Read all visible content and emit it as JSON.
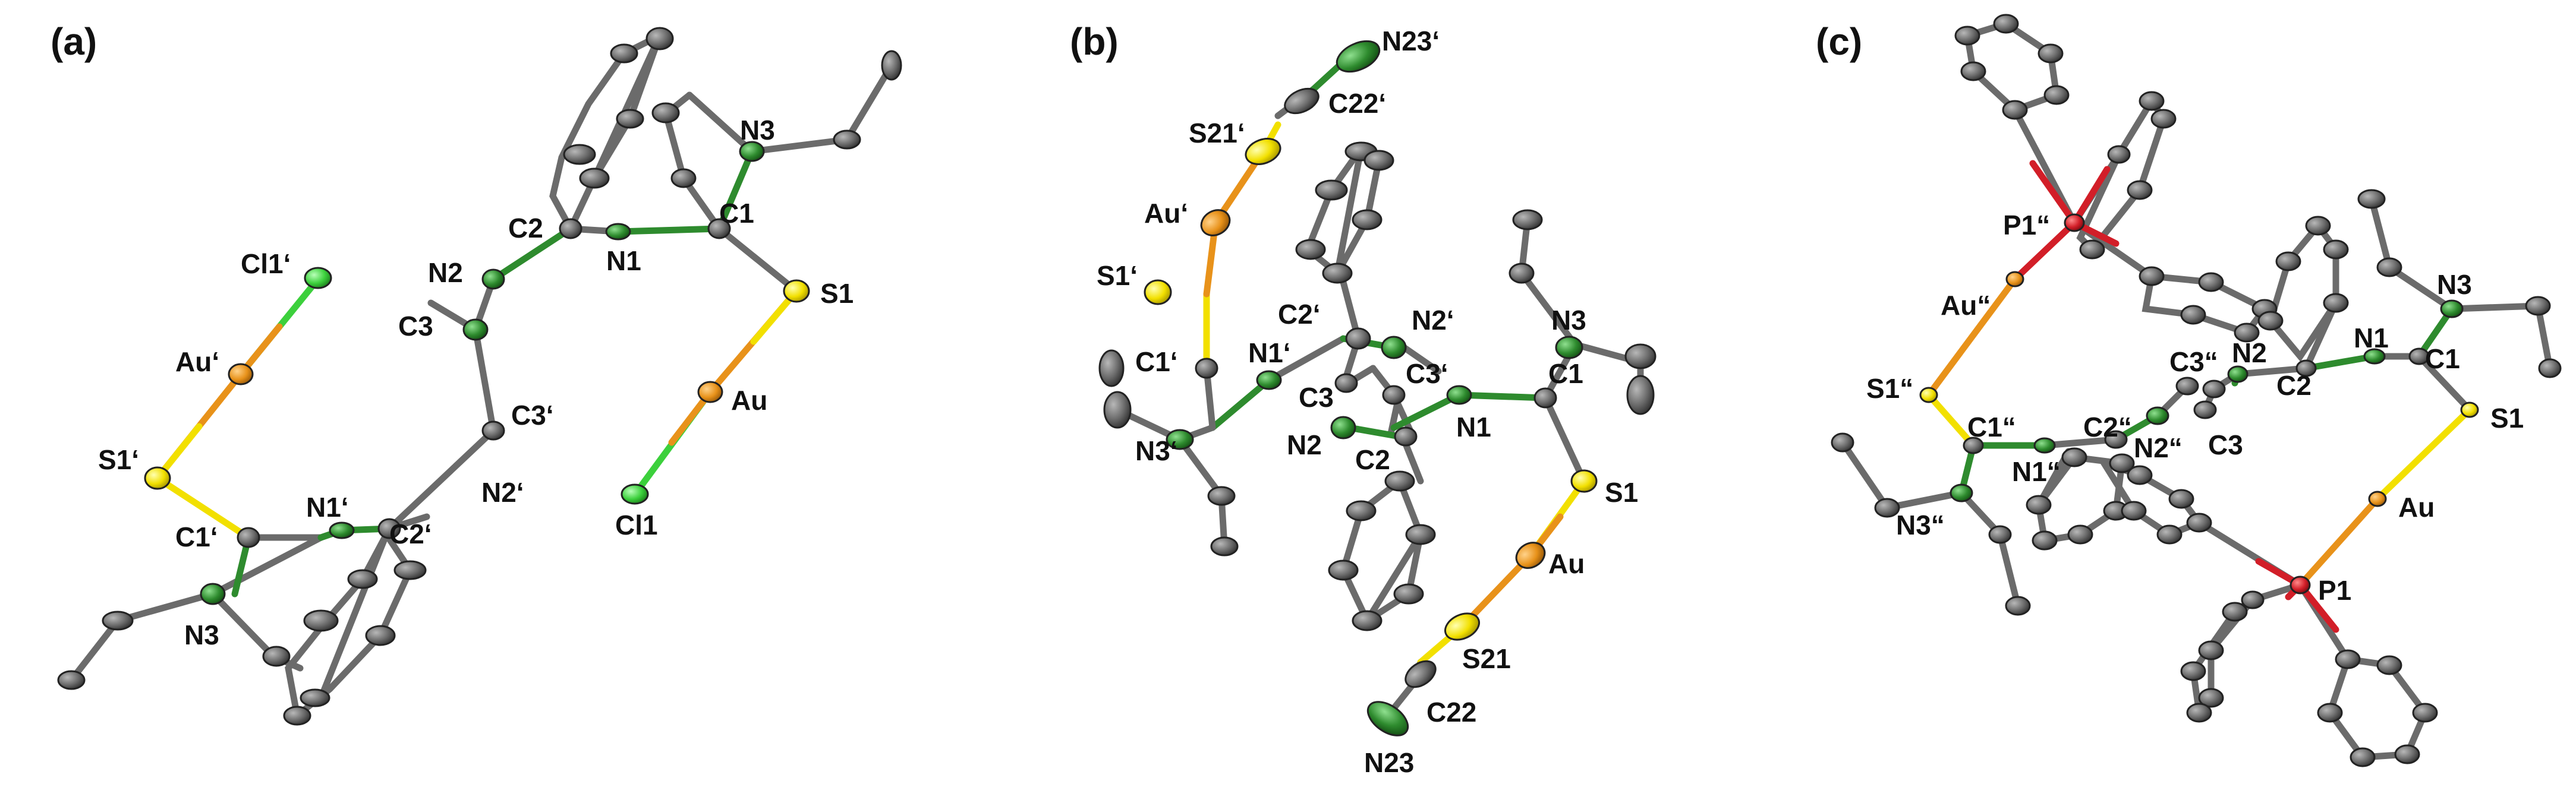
{
  "panels": [
    {
      "label": "(a)",
      "atoms": {
        "cl1p": "Cl1‘",
        "aup": "Au‘",
        "s1p": "S1‘",
        "c1p": "C1‘",
        "n1p": "N1‘",
        "c2p": "C2‘",
        "n3a2": "N3",
        "n2p": "N2‘",
        "c3p": "C3‘",
        "c3": "C3",
        "n2": "N2",
        "c2": "C2",
        "n1": "N1",
        "c1": "C1",
        "n3": "N3",
        "s1": "S1",
        "au": "Au",
        "cl1": "Cl1"
      }
    },
    {
      "label": "(b)",
      "atoms": {
        "n23p": "N23‘",
        "c22p": "C22‘",
        "s21p": "S21‘",
        "aup": "Au‘",
        "s1p": "S1‘",
        "c1p": "C1‘",
        "n1p": "N1‘",
        "c2p": "C2‘",
        "n2p": "N2‘",
        "c3p": "C3‘",
        "n3p": "N3‘",
        "c3": "C3",
        "n2": "N2",
        "c2": "C2",
        "n1": "N1",
        "c1": "C1",
        "n3": "N3",
        "s1": "S1",
        "au": "Au",
        "s21": "S21",
        "c22": "C22",
        "n23": "N23"
      }
    },
    {
      "label": "(c)",
      "atoms": {
        "p1pp": "P1“",
        "aupp": "Au“",
        "s1pp": "S1“",
        "c1pp": "C1“",
        "n1pp": "N1“",
        "c2pp": "C2“",
        "n2pp": "N2“",
        "n3pp": "N3“",
        "c3pp": "C3“",
        "c3": "C3",
        "n2": "N2",
        "c2": "C2",
        "n1": "N1",
        "c1": "C1",
        "n3": "N3",
        "s1": "S1",
        "au": "Au",
        "p1": "P1"
      }
    }
  ],
  "colors": {
    "carbon": "#6b6b6b",
    "carbon_stroke": "#333333",
    "nitrogen": "#2e8b2e",
    "sulfur": "#f2e000",
    "gold": "#e8921a",
    "chlorine": "#3cd03c",
    "phosphorus": "#d21e28",
    "background": "#ffffff"
  }
}
